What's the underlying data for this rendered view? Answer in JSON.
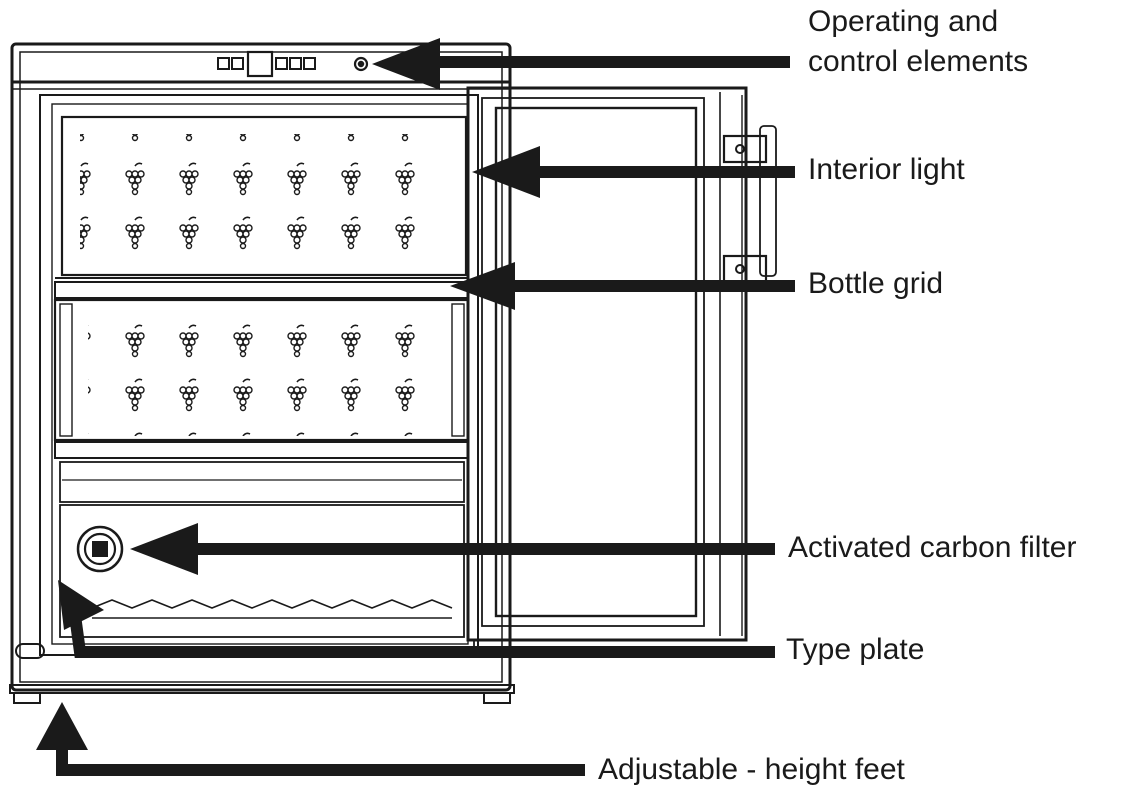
{
  "labels": {
    "operating_line1": "Operating and",
    "operating_line2": "control elements",
    "interior_light": "Interior light",
    "bottle_grid": "Bottle grid",
    "carbon_filter": "Activated carbon filter",
    "type_plate": "Type plate",
    "feet": "Adjustable - height feet"
  },
  "colors": {
    "line": "#1a1a1a",
    "background": "#ffffff"
  }
}
